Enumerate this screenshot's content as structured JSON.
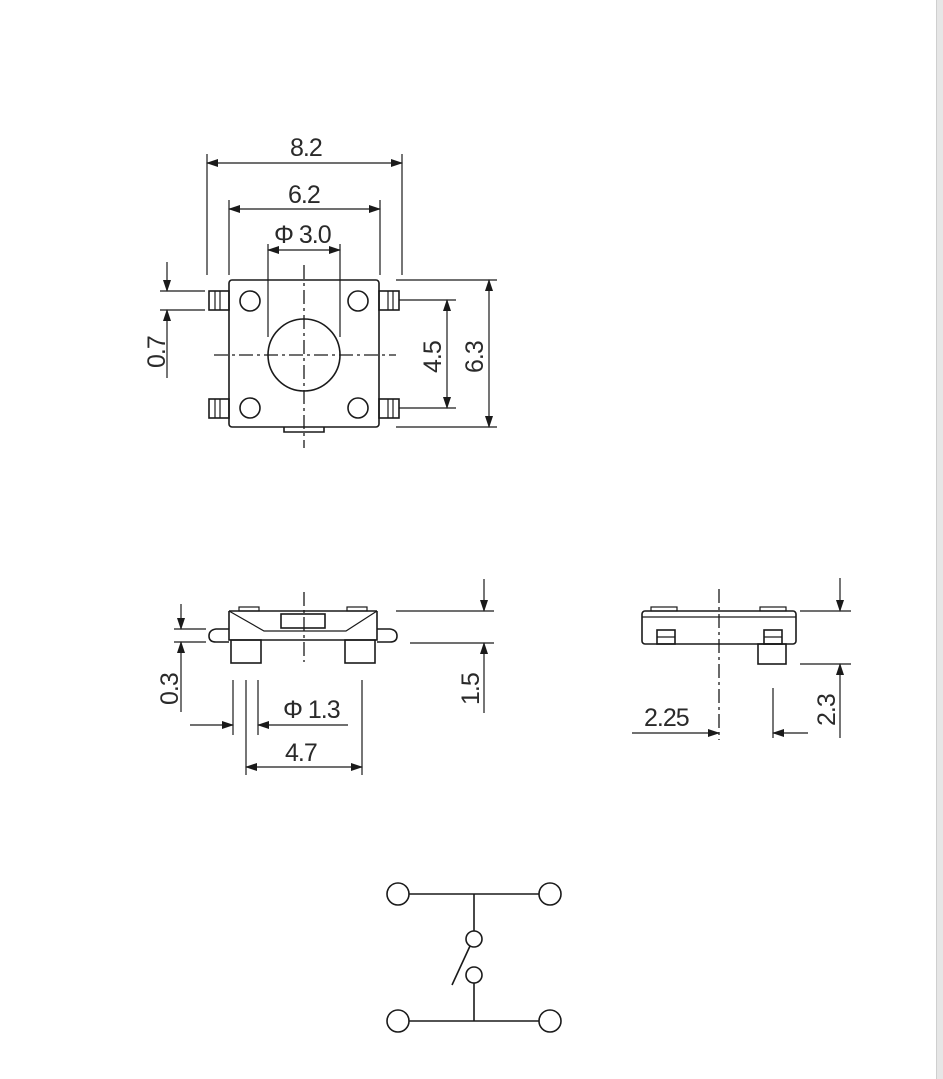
{
  "top_view": {
    "width_overall": "8.2",
    "width_body": "6.2",
    "actuator_diameter": "Φ 3.0",
    "terminal_width": "0.7",
    "terminal_pitch": "4.5",
    "height_overall": "6.3"
  },
  "front_view": {
    "standoff": "0.3",
    "actuator_diameter": "Φ 1.3",
    "base_width": "4.7",
    "height": "1.5"
  },
  "side_view": {
    "offset": "2.25",
    "height": "2.3"
  },
  "colors": {
    "line": "#1a1a1a",
    "background": "#ffffff"
  }
}
